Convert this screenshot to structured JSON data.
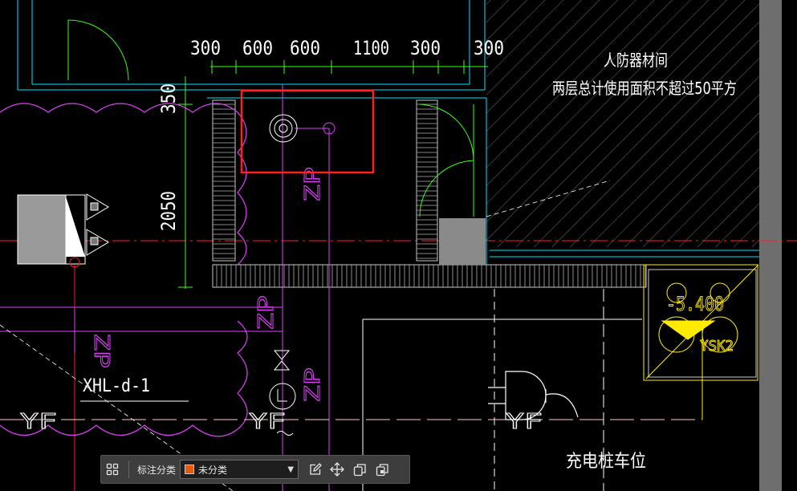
{
  "drawing": {
    "dimensions_top": [
      "300",
      "600",
      "600",
      "1100",
      "300",
      "300"
    ],
    "dimension_left_top": "350",
    "dimension_left_mid": "2050",
    "room_label_line1": "人防器材间",
    "room_label_line2": "两层总计使用面积不超过50平方",
    "pipe_label_zp": "ZP",
    "pipe_label_yf": "YF",
    "hydrant_label": "XHL-d-1",
    "level_label": "-5.400",
    "equipment_label": "YSK2",
    "parking_label": "充电桩车位"
  },
  "toolbar": {
    "category_label": "标注分类",
    "selected_category": "未分类",
    "selected_color": "#e8590c"
  },
  "colors": {
    "wall": "#00e5ff",
    "dimension": "#39ff14",
    "pipe": "#e040fb",
    "highlight": "#ff2020",
    "axis": "#ff2020",
    "annotation": "#ffffff",
    "marker": "#ffeb00"
  }
}
